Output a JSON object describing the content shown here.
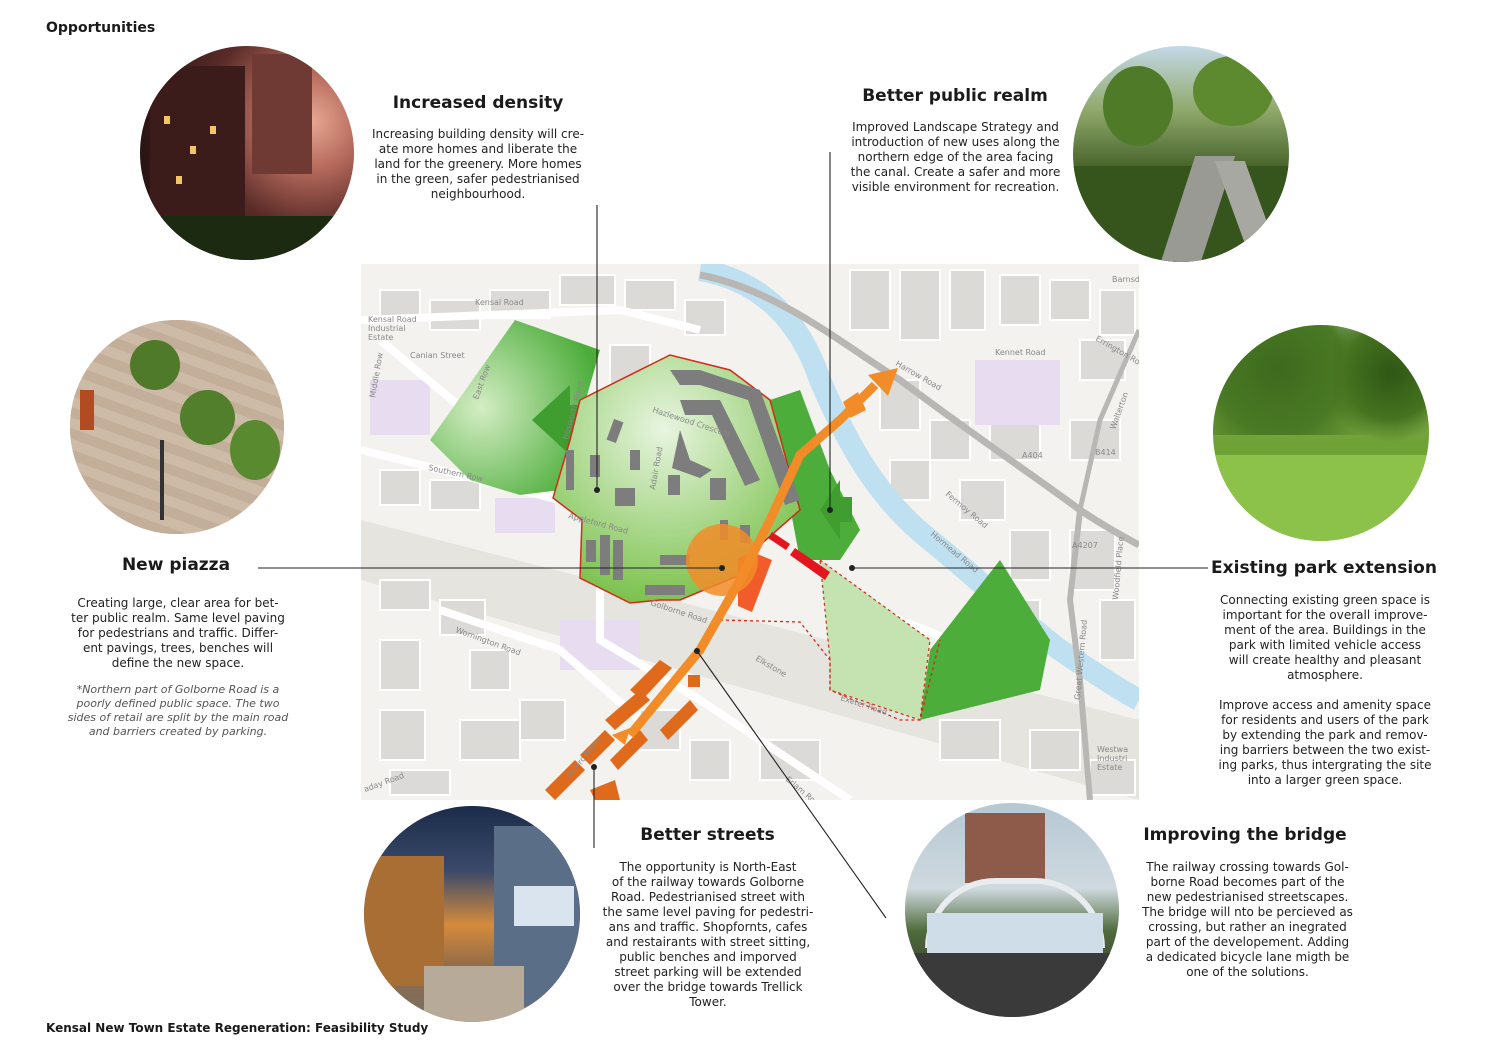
{
  "page_title": "Opportunities",
  "footer": "Kensal New Town Estate Regeneration: Feasibility Study",
  "sections": {
    "density": {
      "title": "Increased density",
      "body": [
        "Increasing building density will cre-",
        "ate more homes and liberate the",
        "land for the greenery. More homes",
        "in the green, safer pedestrianised",
        "neighbourhood."
      ]
    },
    "public_realm": {
      "title": "Better public realm",
      "body": [
        "Improved Landscape Strategy and",
        "introduction of new uses along the",
        "northern edge of the area facing",
        "the canal.  Create a safer and more",
        "visible environment for recreation."
      ]
    },
    "piazza": {
      "title": "New piazza",
      "body": [
        "Creating large, clear area for bet-",
        "ter public realm. Same level paving",
        "for pedestrians and traffic. Differ-",
        "ent pavings, trees, benches will",
        "define the new space."
      ],
      "note": [
        "*Northern part of Golborne Road is a",
        "poorly defined public space. The two",
        "sides of retail are split by the main road",
        "and barriers created by parking."
      ]
    },
    "park": {
      "title": "Existing park extension",
      "body": [
        "Connecting existing green space is",
        "important for the overall improve-",
        "ment of the area. Buildings in the",
        "park with limited vehicle access",
        "will create healthy and pleasant",
        "atmosphere.",
        "",
        "Improve access and amenity space",
        "for residents and users of the park",
        "by extending the park and remov-",
        "ing barriers between the two exist-",
        "ing parks, thus intergrating the site",
        "into a larger green space."
      ]
    },
    "streets": {
      "title": "Better streets",
      "body": [
        "The opportunity is North-East",
        "of the railway towards Golborne",
        "Road. Pedestrianised street with",
        "the same level paving for pedestri-",
        "ans and traffic. Shopfornts, cafes",
        "and restairants with street sitting,",
        "public benches and imporved",
        "street parking will be extended",
        "over the bridge towards Trellick",
        "Tower."
      ]
    },
    "bridge": {
      "title": "Improving the bridge",
      "body": [
        "The railway crossing towards Gol-",
        "borne Road becomes part of the",
        "new pedestrianised streetscapes.",
        "The bridge will nto be percieved as",
        "crossing, but rather an inegrated",
        "part of the developement. Adding",
        "a dedicated bicycle lane migth be",
        "one of the solutions."
      ]
    }
  },
  "map_labels": {
    "kensal_road": "Kensal Road",
    "kensal_ind_1": "Kensal Road",
    "kensal_ind_2": "Industrial",
    "kensal_ind_3": "Estate",
    "canian": "Canian Street",
    "middle_row": "Middle Row",
    "east_row": "East Row",
    "bosworth": "Bosworth Road",
    "hazlewood": "Hazlewood Crescent",
    "adair": "Adair Road",
    "southern": "Southern Row",
    "appleford": "Appleford Road",
    "golborne": "Golborne Road",
    "wornington": "Wornington Road",
    "munro": "Munro Mews",
    "harrow": "Harrow Road",
    "kennet": "Kennet Road",
    "errington": "Errington Road",
    "barnsdale": "Barnsdale",
    "fermoy": "Fermoy Road",
    "hormead": "Hormead Road",
    "exeter": "Exeter Road",
    "a404": "A404",
    "a4207": "A4207",
    "b414": "B414",
    "walterton": "Walterton",
    "woodfield": "Woodfield Place",
    "great_western": "Great Western Road",
    "westway_1": "Westwa",
    "westway_2": "Industri",
    "westway_3": "Estate",
    "elkstone": "Elkstone",
    "aday": "aday Road",
    "trellick": "Erlam Ro"
  },
  "colors": {
    "accent_orange": "#f28c28",
    "new_green": "#7cc24e",
    "existing_green": "#4cad3a",
    "canal_blue": "#bfe0f0",
    "red_buildings": "#e3161f",
    "boundary_red": "#d42a1a"
  }
}
